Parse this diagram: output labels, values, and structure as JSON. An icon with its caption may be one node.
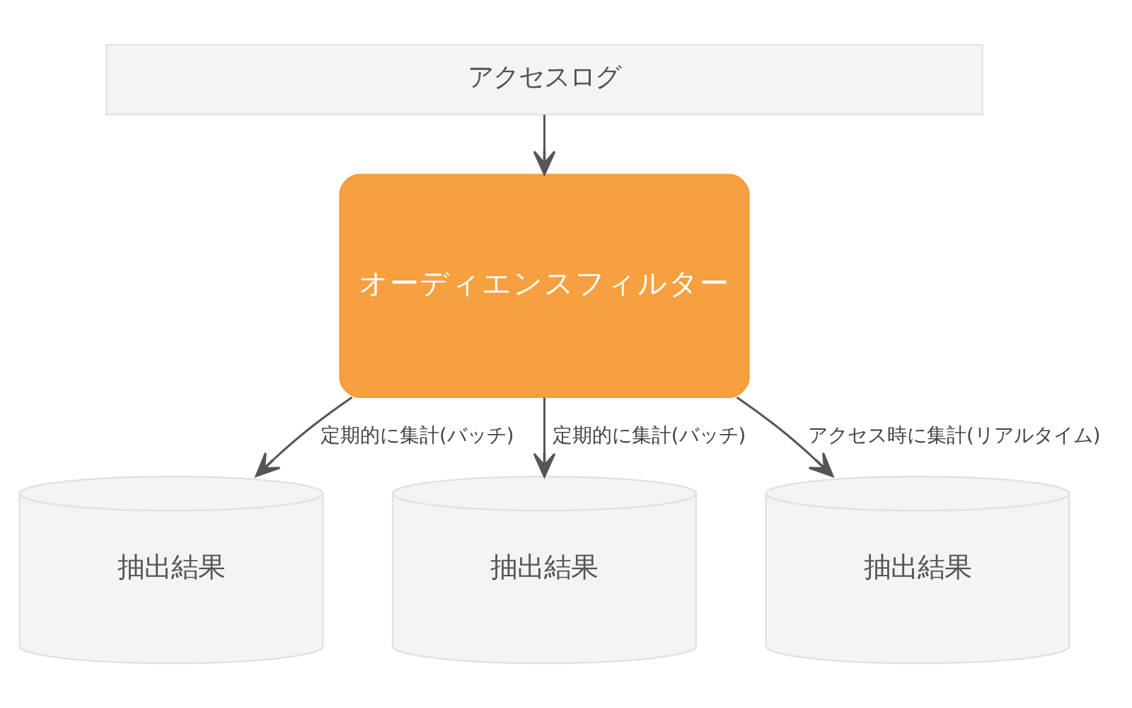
{
  "diagram": {
    "nodes": [
      {
        "text": [
          "アクセスログ"
        ]
      },
      {
        "text": [
          "オーディエンスフィルター"
        ]
      },
      {
        "text": [
          "抽出結果"
        ]
      },
      {
        "text": [
          "抽出結果"
        ]
      },
      {
        "text": [
          "抽出結果"
        ]
      }
    ],
    "edges": [
      {
        "from": 0,
        "to": 1,
        "arrow": "to"
      },
      {
        "from": 1,
        "to": 2,
        "arrow": "to",
        "label": "定期的に集計(バッチ)"
      },
      {
        "from": 1,
        "to": 3,
        "arrow": "to",
        "label": "定期的に集計(バッチ)"
      },
      {
        "from": 1,
        "to": 4,
        "arrow": "to",
        "label": "アクセス時に集計(リアルタイム)"
      }
    ]
  }
}
